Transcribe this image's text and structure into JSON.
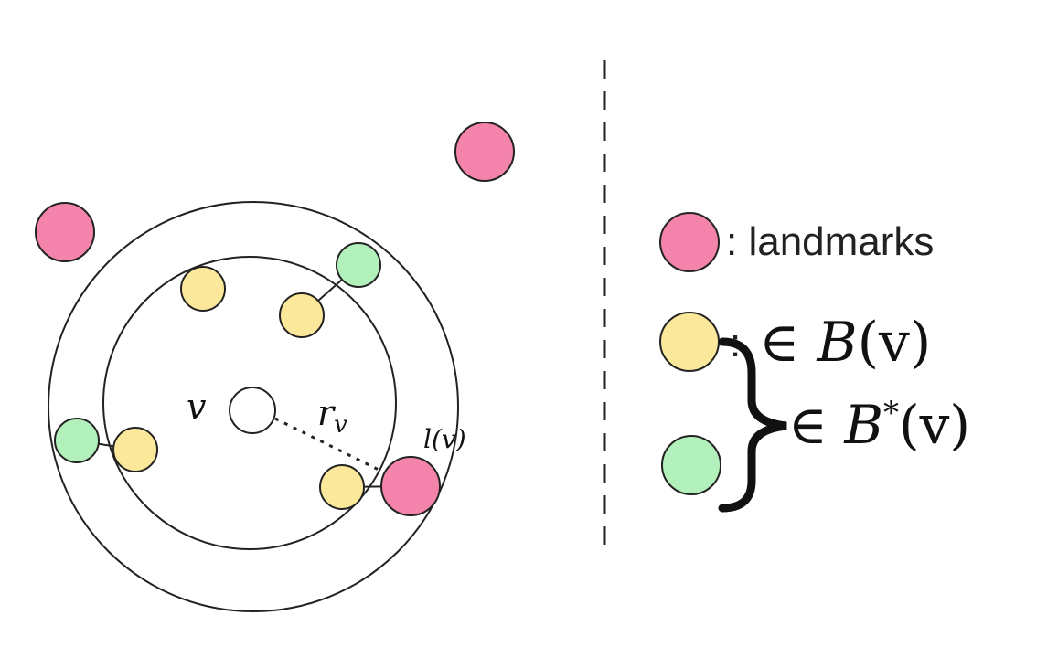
{
  "colors": {
    "landmark": "#f484ac",
    "in_ball": "#fce89a",
    "in_bunch": "#b2f0bc",
    "stroke": "#222222",
    "background": "#ffffff"
  },
  "labels": {
    "center": "v",
    "radius": "r",
    "radius_sub": "v",
    "nearest_landmark": "l(v)"
  },
  "legend": {
    "landmarks_text": ": landmarks",
    "ball_prefix": ":",
    "ball_elem": "∈ ",
    "ball_set": "B",
    "ball_arg": "(v)",
    "bunch_elem": "∈ ",
    "bunch_set": "B",
    "bunch_star": "*",
    "bunch_arg": "(v)"
  }
}
